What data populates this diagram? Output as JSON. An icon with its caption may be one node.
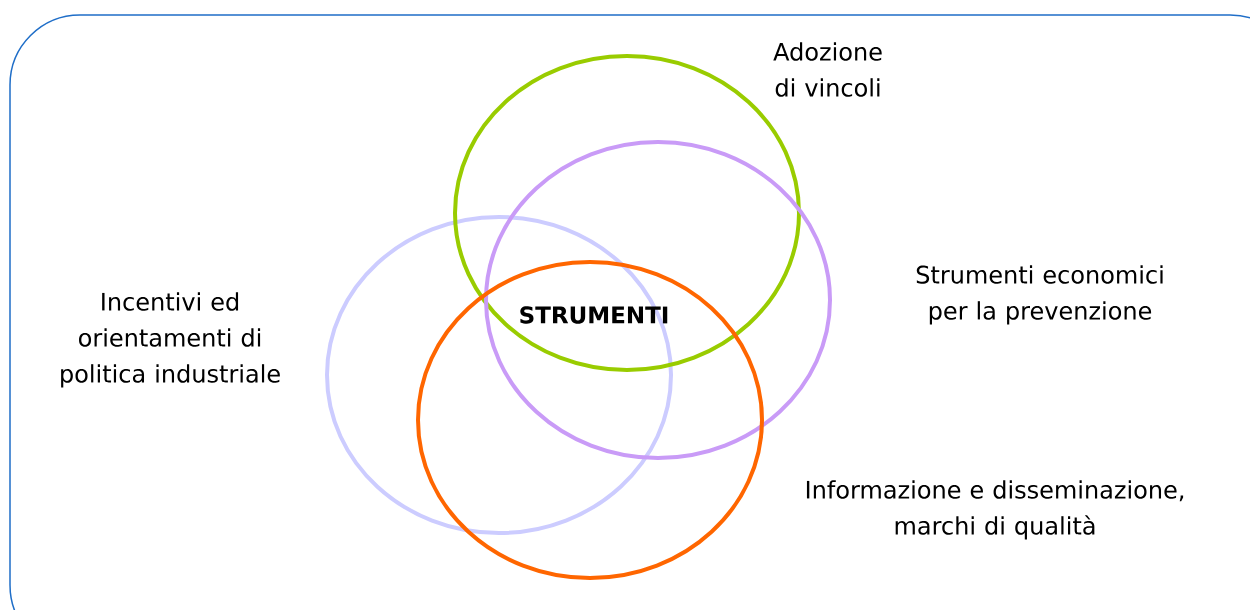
{
  "diagram": {
    "nodes": [
      {
        "text": [],
        "shape": "box"
      },
      {
        "text": [],
        "shape": "circle",
        "in": 0
      },
      {
        "text": [],
        "shape": "circle",
        "in": 0
      },
      {
        "text": [],
        "shape": "circle",
        "in": 0
      },
      {
        "text": [],
        "shape": "circle",
        "in": 0
      }
    ],
    "labels": [
      "Adozione di vincoli",
      "Strumenti economici per la prevenzione",
      "Incentivi ed orientamenti di politica industriale",
      "STRUMENTI",
      "Informazione e disseminazione, marchi di qualità"
    ]
  }
}
